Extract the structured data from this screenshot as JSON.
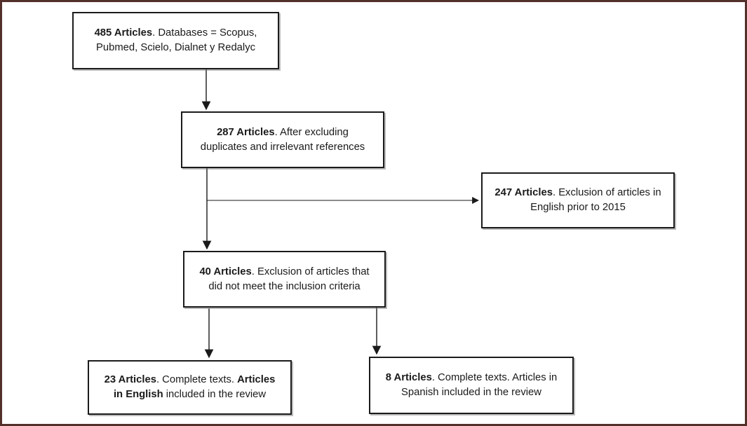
{
  "frame": {
    "background": "#ffffff",
    "border_color": "#53302a"
  },
  "colors": {
    "box_border": "#1b1b1b",
    "text": "#1a1a1a",
    "arrow": "#1a1a1a",
    "box_shadow": "#787878"
  },
  "diagram": {
    "type": "flowchart",
    "boxes": [
      {
        "id": "box-485-articles",
        "count": "485",
        "segments": [
          {
            "text": "485 Articles",
            "bold": true
          },
          {
            "text": ". Databases = Scopus,\nPubmed, Scielo, Dialnet y Redalyc",
            "bold": false
          }
        ]
      },
      {
        "id": "box-287-articles",
        "count": "287",
        "segments": [
          {
            "text": "287 Articles",
            "bold": true
          },
          {
            "text": ". After excluding\nduplicates and irrelevant references",
            "bold": false
          }
        ]
      },
      {
        "id": "box-247-articles",
        "count": "247",
        "segments": [
          {
            "text": "247 Articles",
            "bold": true
          },
          {
            "text": ". Exclusion of articles in\nEnglish prior to 2015",
            "bold": false
          }
        ]
      },
      {
        "id": "box-40-articles",
        "count": "40",
        "segments": [
          {
            "text": "40 Articles",
            "bold": true
          },
          {
            "text": ". Exclusion of articles that\ndid not meet the inclusion criteria",
            "bold": false
          }
        ]
      },
      {
        "id": "box-23-articles",
        "count": "23",
        "segments": [
          {
            "text": "23 Articles",
            "bold": true
          },
          {
            "text": ". Complete texts. ",
            "bold": false
          },
          {
            "text": "Articles\nin English",
            "bold": true
          },
          {
            "text": " included in the review",
            "bold": false
          }
        ]
      },
      {
        "id": "box-8-articles",
        "count": "8",
        "segments": [
          {
            "text": "8 Articles",
            "bold": true
          },
          {
            "text": ". Complete texts. Articles in\nSpanish included in the review",
            "bold": false
          }
        ]
      }
    ],
    "arrows": [
      {
        "from": "box-485-articles",
        "to": "box-287-articles",
        "direction": "down"
      },
      {
        "from": "box-287-articles",
        "to": "box-40-articles",
        "direction": "down"
      },
      {
        "from": "box-287-articles",
        "to": "box-247-articles",
        "direction": "right"
      },
      {
        "from": "box-40-articles",
        "to": "box-23-articles",
        "direction": "down"
      },
      {
        "from": "box-40-articles",
        "to": "box-8-articles",
        "direction": "down"
      }
    ]
  }
}
